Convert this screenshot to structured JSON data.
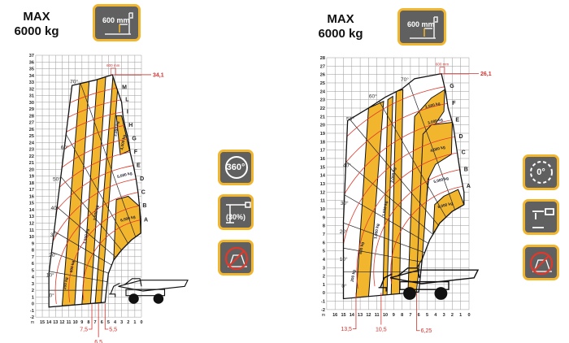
{
  "left": {
    "title_line1": "MAX",
    "title_line2": "6000 kg",
    "badge_label": "600 mm",
    "icons": [
      {
        "name": "rotation-360-icon",
        "label": "360°"
      },
      {
        "name": "boom-30-percent-icon",
        "label": "(30%)"
      },
      {
        "name": "no-stabilizers-icon",
        "label": ""
      }
    ],
    "y_ticks": [
      "37",
      "36",
      "35",
      "34",
      "33",
      "32",
      "31",
      "30",
      "29",
      "28",
      "27",
      "26",
      "25",
      "24",
      "23",
      "22",
      "21",
      "20",
      "19",
      "18",
      "17",
      "16",
      "15",
      "14",
      "13",
      "12",
      "11",
      "10",
      "9",
      "8",
      "7",
      "6",
      "5",
      "4",
      "3",
      "2",
      "1",
      "0",
      "-1",
      "-2"
    ],
    "x_ticks": [
      "15",
      "14",
      "13",
      "12",
      "11",
      "10",
      "9",
      "8",
      "7",
      "6",
      "5",
      "4",
      "3",
      "2",
      "1",
      "0"
    ],
    "unit": "m",
    "angles": [
      "0°",
      "10°",
      "20°",
      "30°",
      "40°",
      "50°",
      "60°",
      "70°"
    ],
    "arc_letters": [
      "A",
      "B",
      "C",
      "D",
      "E",
      "F",
      "G",
      "H",
      "I",
      "L",
      "M"
    ],
    "loads": [
      "200 kg",
      "600 kg",
      "1,200 kg",
      "2,000 kg",
      "3,000 kg",
      "4,000 kg",
      "5,000 kg",
      "6,000 kg"
    ],
    "fork_note": "600 mm",
    "max_height": "34,1",
    "dims": [
      "7,5",
      "6,5",
      "5,5"
    ]
  },
  "right": {
    "title_line1": "MAX",
    "title_line2": "6000 kg",
    "badge_label": "600 mm",
    "icons": [
      {
        "name": "rotation-0-icon",
        "label": "0°"
      },
      {
        "name": "boom-level-icon",
        "label": ""
      },
      {
        "name": "no-stabilizers-icon",
        "label": ""
      }
    ],
    "y_ticks": [
      "28",
      "27",
      "26",
      "25",
      "24",
      "23",
      "22",
      "21",
      "20",
      "19",
      "18",
      "17",
      "16",
      "15",
      "14",
      "13",
      "12",
      "11",
      "10",
      "9",
      "8",
      "7",
      "6",
      "5",
      "4",
      "3",
      "2",
      "1",
      "0",
      "-1",
      "-2"
    ],
    "x_ticks": [
      "16",
      "15",
      "14",
      "13",
      "12",
      "11",
      "10",
      "9",
      "8",
      "7",
      "6",
      "5",
      "4",
      "3",
      "2",
      "1",
      "0"
    ],
    "unit": "m",
    "angles": [
      "0°",
      "10°",
      "20°",
      "30°",
      "40°",
      "50°",
      "60°",
      "70°"
    ],
    "arc_letters": [
      "A",
      "B",
      "C",
      "D",
      "E",
      "F",
      "G"
    ],
    "loads": [
      "200 kg",
      "600 kg",
      "1,000 kg",
      "1,500 kg",
      "2,000 kg",
      "2,500 kg",
      "3,000 kg",
      "4,000 kg",
      "5,000 kg",
      "6,000 kg"
    ],
    "fork_note": "600 mm",
    "max_height": "26,1",
    "dims": [
      "13,5",
      "10,5",
      "6,25"
    ]
  },
  "colors": {
    "band": "#f2b52e",
    "arc": "#e0392b",
    "dim": "#d0312d",
    "badge": "#606060",
    "grid": "#9a9a9a"
  }
}
